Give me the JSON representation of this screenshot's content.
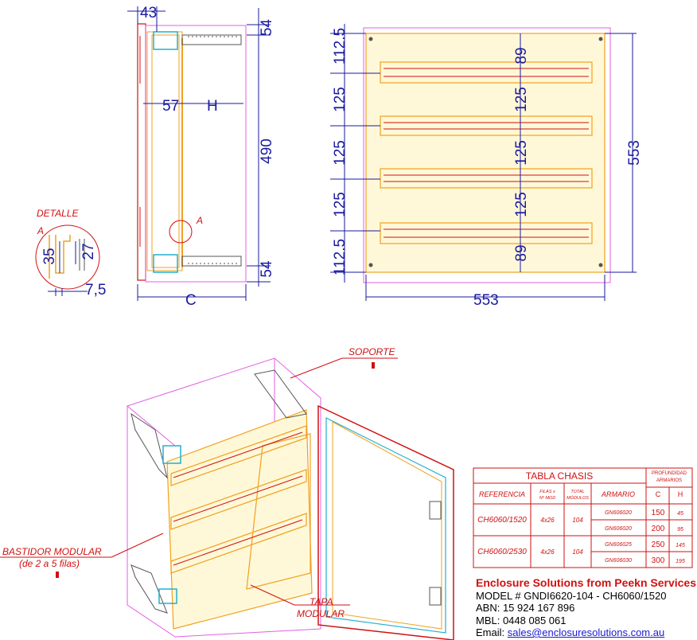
{
  "dims": {
    "top_43": "43",
    "top_54": "54",
    "bottom_54": "54",
    "d57": "57",
    "dH": "H",
    "d490": "490",
    "dC": "C",
    "v112_top": "112.5",
    "v125_a": "125",
    "v125_b": "125",
    "v125_c": "125",
    "v112_bot": "112.5",
    "c89_top": "89",
    "c125_a": "125",
    "c125_b": "125",
    "c125_c": "125",
    "c89_bot": "89",
    "w553": "553",
    "h553": "553"
  },
  "detail": {
    "title": "DETALLE",
    "letter": "A",
    "d35": "35",
    "d27": "27",
    "d7_5": "7,5",
    "marker": "A"
  },
  "labels": {
    "soporte": "SOPORTE",
    "bastidor_line1": "BASTIDOR MODULAR",
    "bastidor_line2": "(de 2 a 5 filas)",
    "tapa_line1": "TAPA",
    "tapa_line2": "MODULAR"
  },
  "table": {
    "title": "TABLA CHASIS",
    "profundidad": [
      "PROFUNDIDAD",
      "ARMARIOS"
    ],
    "headers": {
      "referencia": "REFERENCIA",
      "filas": [
        "FILAS x",
        "Nº MOD"
      ],
      "total": [
        "TOTAL",
        "MÓDULOS"
      ],
      "armario": "ARMARIO",
      "c": "C",
      "h": "H"
    },
    "rows": [
      {
        "ref": "CH6060/1520",
        "filas": "4x26",
        "total": "104",
        "sub": [
          {
            "armario": "GN606020",
            "c": "150",
            "h": "45"
          },
          {
            "armario": "GN606020",
            "c": "200",
            "h": "95"
          }
        ]
      },
      {
        "ref": "CH6060/2530",
        "filas": "4x26",
        "total": "104",
        "sub": [
          {
            "armario": "GN606025",
            "c": "250",
            "h": "145"
          },
          {
            "armario": "GN606030",
            "c": "300",
            "h": "195"
          }
        ]
      }
    ]
  },
  "info": {
    "company": "Enclosure Solutions from Peekn Services",
    "model": "MODEL # GNDI6620-104 - CH6060/1520",
    "abn": "ABN: 15 924 167 896",
    "mbl": "MBL: 0448 085 061",
    "email_label": "Email:",
    "email": "sales@enclosuresolutions.com.au"
  },
  "colors": {
    "dimension": "#1a1aa0",
    "orange": "#f0a020",
    "magenta": "#e060e0",
    "red": "#d01010",
    "cyan": "#20b0d0"
  }
}
